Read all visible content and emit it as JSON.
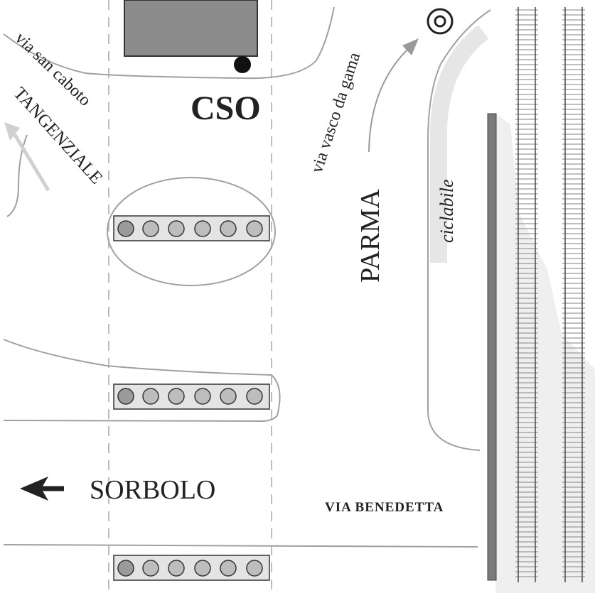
{
  "labels": {
    "cso": "CSO",
    "via_san_caboto": "via san caboto",
    "tangenziale": "TANGENZIALE",
    "via_vasco_da_gama": "via vasco da gama",
    "parma": "PARMA",
    "ciclabile": "ciclabile",
    "sorbolo": "SORBOLO",
    "via_benedetta": "VIA BENEDETTA"
  },
  "stations": [
    {
      "id": "station-1",
      "lights": 6
    },
    {
      "id": "station-2",
      "lights": 6
    },
    {
      "id": "station-3",
      "lights": 6
    }
  ],
  "colors": {
    "road_line": "#a0a0a0",
    "building": "#8c8c8c",
    "rail_area": "#efefef",
    "cycle_path": "#e6e6e6",
    "light_fill": "#a9a9a9",
    "text": "#222222"
  },
  "icons": {
    "target": "bullseye-icon",
    "arrow_left": "left-arrow-icon"
  }
}
